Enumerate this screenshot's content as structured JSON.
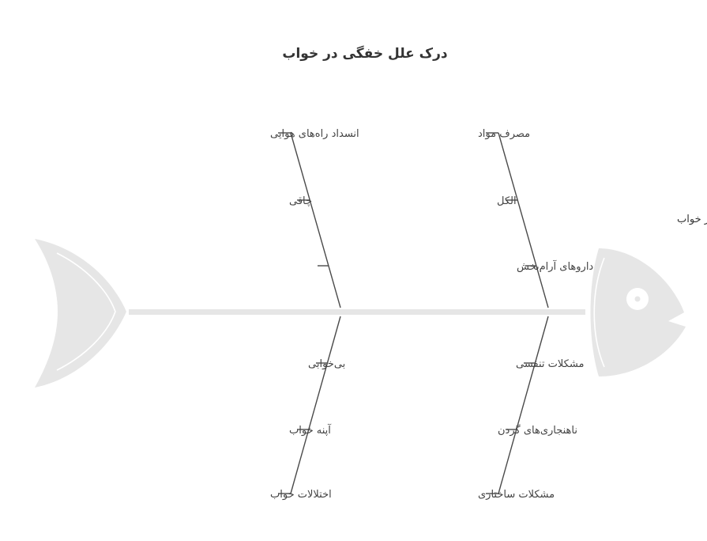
{
  "title": "درک علل خفگی در خواب",
  "effect": "خفگی در خواب",
  "colors": {
    "fish": "#e6e6e6",
    "bone": "#4a4a4a",
    "text": "#444444",
    "background": "#ffffff"
  },
  "branches": {
    "top_left": [
      "انسداد راه‌های هوایی",
      "چاقی",
      ""
    ],
    "top_right": [
      "مصرف مواد",
      "الکل",
      "داروهای آرام‌بخش"
    ],
    "bottom_left": [
      "بی‌خوابی",
      "آپنه خواب",
      "اختلالات خواب"
    ],
    "bottom_right": [
      "مشکلات تنفسی",
      "ناهنجاری‌های گردن",
      "مشکلات ساختاری"
    ]
  }
}
